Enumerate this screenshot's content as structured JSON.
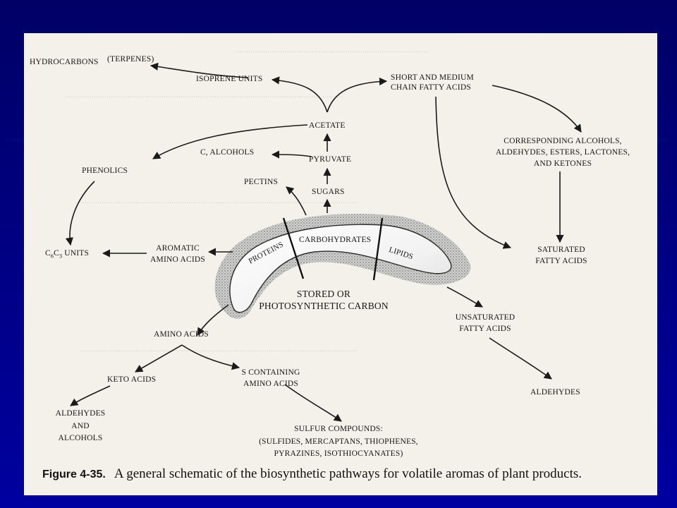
{
  "labels": {
    "hydrocarbons": "HYDROCARBONS",
    "terpenes": "(TERPENES)",
    "isoprene": "ISOPRENE UNITS",
    "short_medium_1": "SHORT AND MEDIUM",
    "short_medium_2": "CHAIN FATTY ACIDS",
    "acetate": "ACETATE",
    "c_alcohols": "C, ALCOHOLS",
    "pyruvate": "PYRUVATE",
    "phenolics": "PHENOLICS",
    "pectins": "PECTINS",
    "sugars": "SUGARS",
    "corresponding_1": "CORRESPONDING ALCOHOLS,",
    "corresponding_2": "ALDEHYDES, ESTERS, LACTONES,",
    "corresponding_3": "AND KETONES",
    "cc_units": "C",
    "cc_units_sub1": "6",
    "cc_units_mid": "C",
    "cc_units_sub2": "3",
    "cc_units_tail": " UNITS",
    "aromatic_1": "AROMATIC",
    "aromatic_2": "AMINO ACIDS",
    "proteins": "PROTEINS",
    "carbohydrates": "CARBOHYDRATES",
    "lipids": "LIPIDS",
    "saturated_1": "SATURATED",
    "saturated_2": "FATTY ACIDS",
    "stored_1": "STORED OR",
    "stored_2": "PHOTOSYNTHETIC CARBON",
    "unsaturated_1": "UNSATURATED",
    "unsaturated_2": "FATTY ACIDS",
    "amino_acids": "AMINO ACIDS",
    "keto_acids": "KETO ACIDS",
    "s_containing_1": "S CONTAINING",
    "s_containing_2": "AMINO ACIDS",
    "aldehydes_right": "ALDEHYDES",
    "aldehydes_left_1": "ALDEHYDES",
    "aldehydes_left_2": "AND",
    "aldehydes_left_3": "ALCOHOLS",
    "sulfur_1": "SULFUR COMPOUNDS:",
    "sulfur_2": "(SULFIDES, MERCAPTANS, THIOPHENES,",
    "sulfur_3": "PYRAZINES, ISOTHIOCYANATES)"
  },
  "caption": {
    "figure": "Figure 4-35.",
    "text": "A general schematic of the biosynthetic pathways for volatile aromas of plant products."
  },
  "colors": {
    "slide_background": "#00007a",
    "paper": "#f4f1ea",
    "ink": "#161616"
  }
}
